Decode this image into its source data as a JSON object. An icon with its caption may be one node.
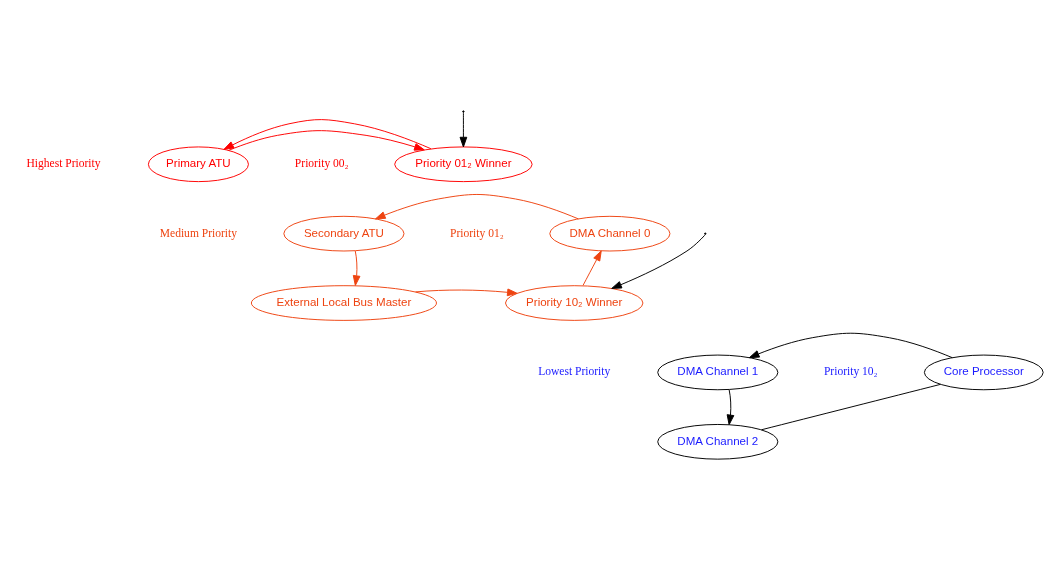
{
  "diagram": {
    "nodes": [
      {
        "text": [
          "Primary ATU"
        ]
      },
      {
        "text": [
          "Priority 01₂ Winner"
        ]
      },
      {
        "text": [
          "Secondary ATU"
        ]
      },
      {
        "text": [
          "DMA Channel 0"
        ]
      },
      {
        "text": [
          "External Local Bus Master"
        ]
      },
      {
        "text": [
          "Priority 10₂ Winner"
        ]
      },
      {
        "text": [
          "DMA Channel 1"
        ]
      },
      {
        "text": [
          "Core Processor"
        ]
      },
      {
        "text": [
          "DMA Channel 2"
        ]
      }
    ],
    "edges": [
      {
        "from": 0,
        "to": 1,
        "arrow": "to",
        "color": "#ff0000"
      },
      {
        "from": 1,
        "to": 0,
        "arrow": "to",
        "color": "#ff0000"
      },
      {
        "from": 3,
        "to": 2,
        "arrow": "to",
        "color": "#ee4411"
      },
      {
        "from": 2,
        "to": 4,
        "arrow": "to",
        "color": "#ee4411"
      },
      {
        "from": 4,
        "to": 5,
        "arrow": "to",
        "color": "#ee4411"
      },
      {
        "from": 5,
        "to": 3,
        "arrow": "to",
        "color": "#ee4411"
      },
      {
        "from": null,
        "to": 1,
        "arrow": "to"
      },
      {
        "from": 7,
        "to": 6,
        "arrow": "to"
      },
      {
        "from": 6,
        "to": 8,
        "arrow": "to"
      },
      {
        "from": 8,
        "to": 7,
        "arrow": "none"
      },
      {
        "from": null,
        "to": 5,
        "arrow": "to"
      }
    ],
    "labels": [
      "Highest Priority",
      "Priority 00₂",
      "Medium Priority",
      "Priority 01₂",
      "Lowest Priority",
      "Priority 10₂"
    ]
  }
}
